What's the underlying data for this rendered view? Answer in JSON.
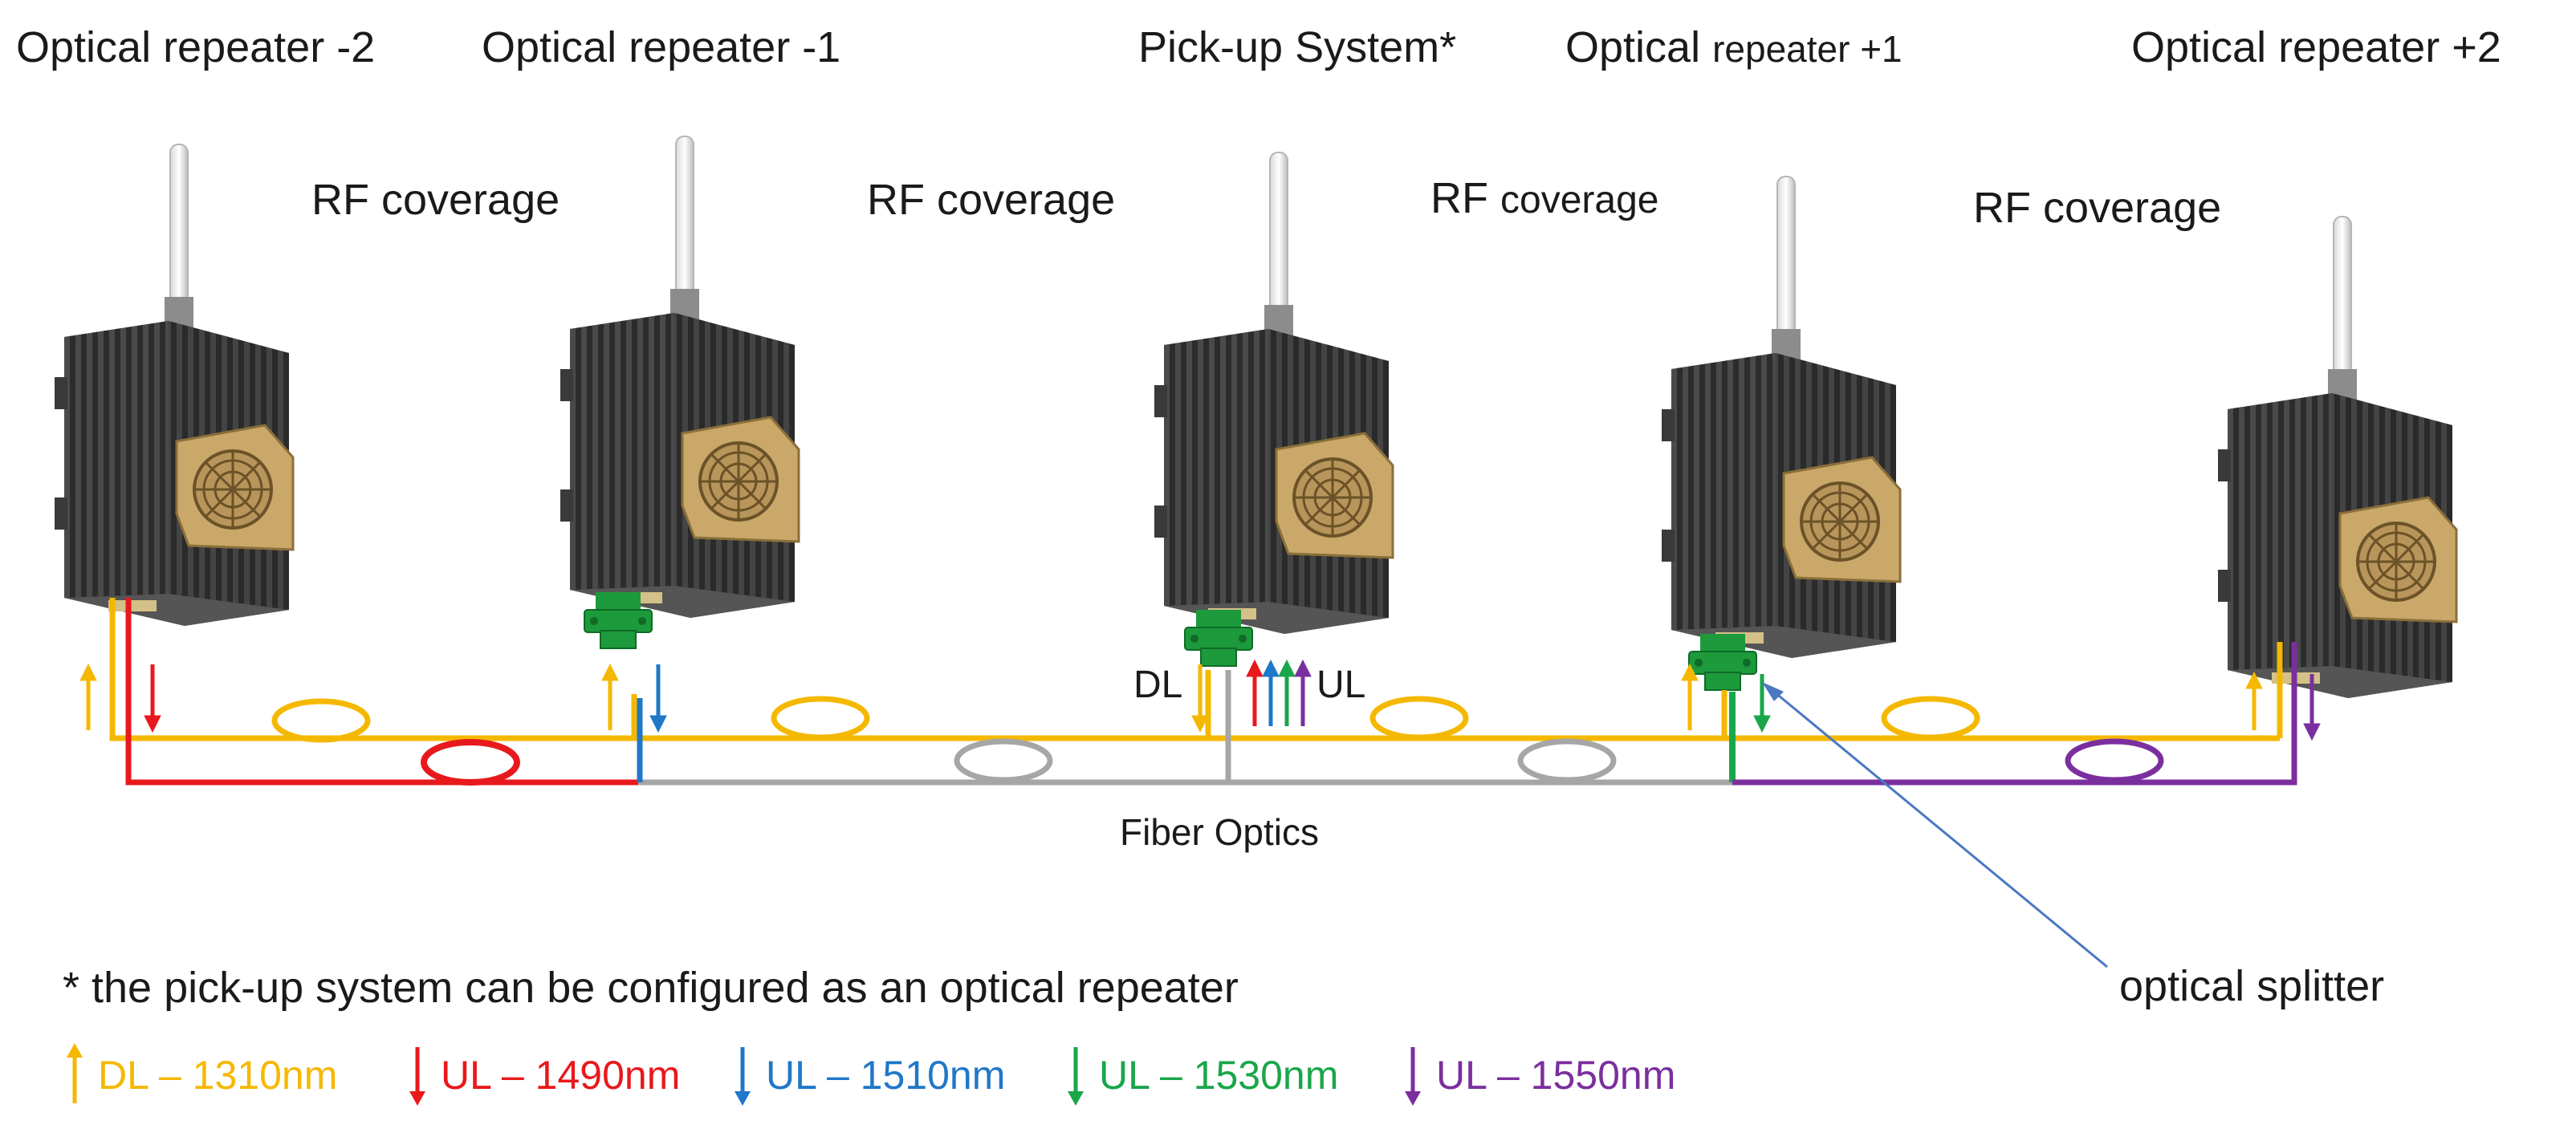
{
  "titles": {
    "rep_m2": "Optical repeater -2",
    "rep_m1": "Optical repeater -1",
    "pickup": "Pick-up System*",
    "rep_p1_a": "Optical ",
    "rep_p1_b": "repeater +1",
    "rep_p2": "Optical repeater +2"
  },
  "coverage": {
    "c1": "RF coverage",
    "c2": "RF coverage",
    "c3_a": "RF ",
    "c3_b": "coverage",
    "c4": "RF coverage"
  },
  "pickup_labels": {
    "dl": "DL",
    "ul": "UL"
  },
  "fiber_label": "Fiber Optics",
  "splitter_label": "optical splitter",
  "footnote": "* the pick-up system can be configured as an optical repeater",
  "legend": [
    {
      "label": "DL – 1310nm",
      "color": "#f5b800",
      "dir": "up"
    },
    {
      "label": "UL – 1490nm",
      "color": "#e8191c",
      "dir": "down"
    },
    {
      "label": "UL – 1510nm",
      "color": "#1f78c8",
      "dir": "down"
    },
    {
      "label": "UL – 1530nm",
      "color": "#1aa64a",
      "dir": "down"
    },
    {
      "label": "UL – 1550nm",
      "color": "#7b2f9e",
      "dir": "down"
    }
  ],
  "colors": {
    "dl": "#f5b800",
    "ul1490": "#e8191c",
    "ul1510": "#1f78c8",
    "ul1530": "#1aa64a",
    "ul1550": "#7b2f9e",
    "fiber_gray": "#a6a6a6",
    "splitter": "#1d9a3c",
    "device_body": "#3a3a3a",
    "fan": "#c9a86a"
  }
}
